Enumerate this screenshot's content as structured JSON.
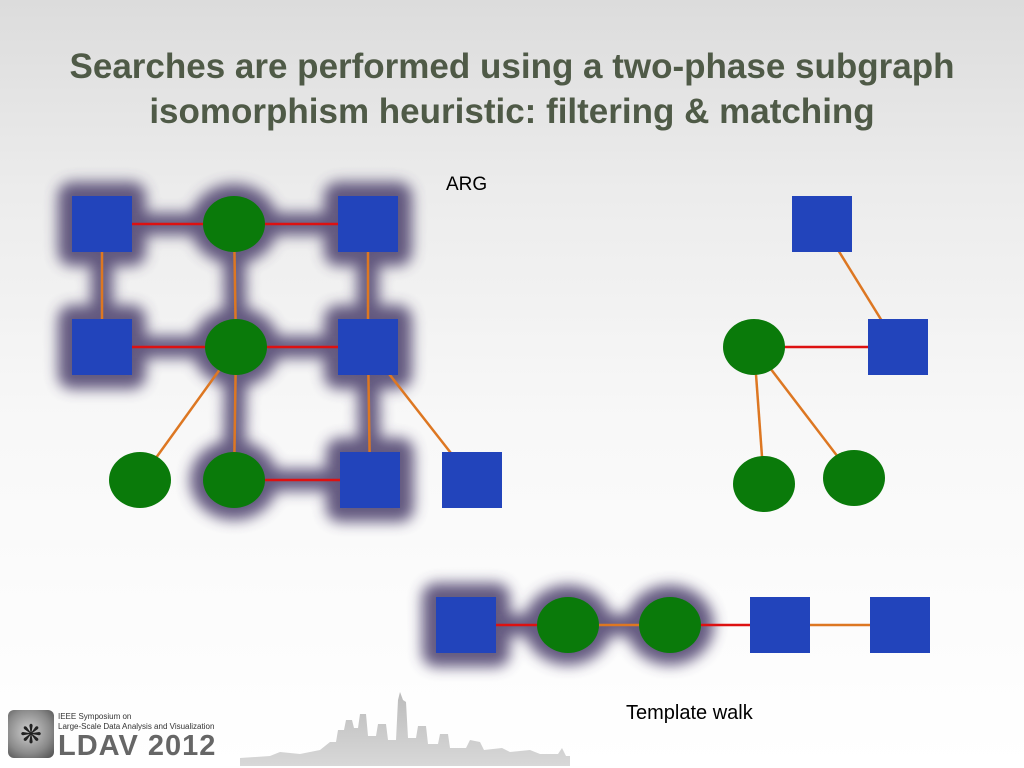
{
  "slide": {
    "title_line1": "Searches are performed using a two-phase subgraph",
    "title_line2": "isomorphism heuristic: filtering & matching",
    "arg_label": "ARG",
    "template_walk_label": "Template walk"
  },
  "colors": {
    "square": "#2244bb",
    "circle": "#0a7a0a",
    "edge_red": "#dd1111",
    "edge_orange": "#dd7722",
    "glow": "#4a3d6a",
    "title": "#4f5a47"
  },
  "logo": {
    "line1": "IEEE Symposium on",
    "line2": "Large-Scale Data Analysis and Visualization",
    "main": "LDAV 2012"
  },
  "diagram": {
    "node_shapes": [
      "square",
      "circle"
    ],
    "edge_colors": [
      "red",
      "orange"
    ],
    "highlight": "glow"
  }
}
